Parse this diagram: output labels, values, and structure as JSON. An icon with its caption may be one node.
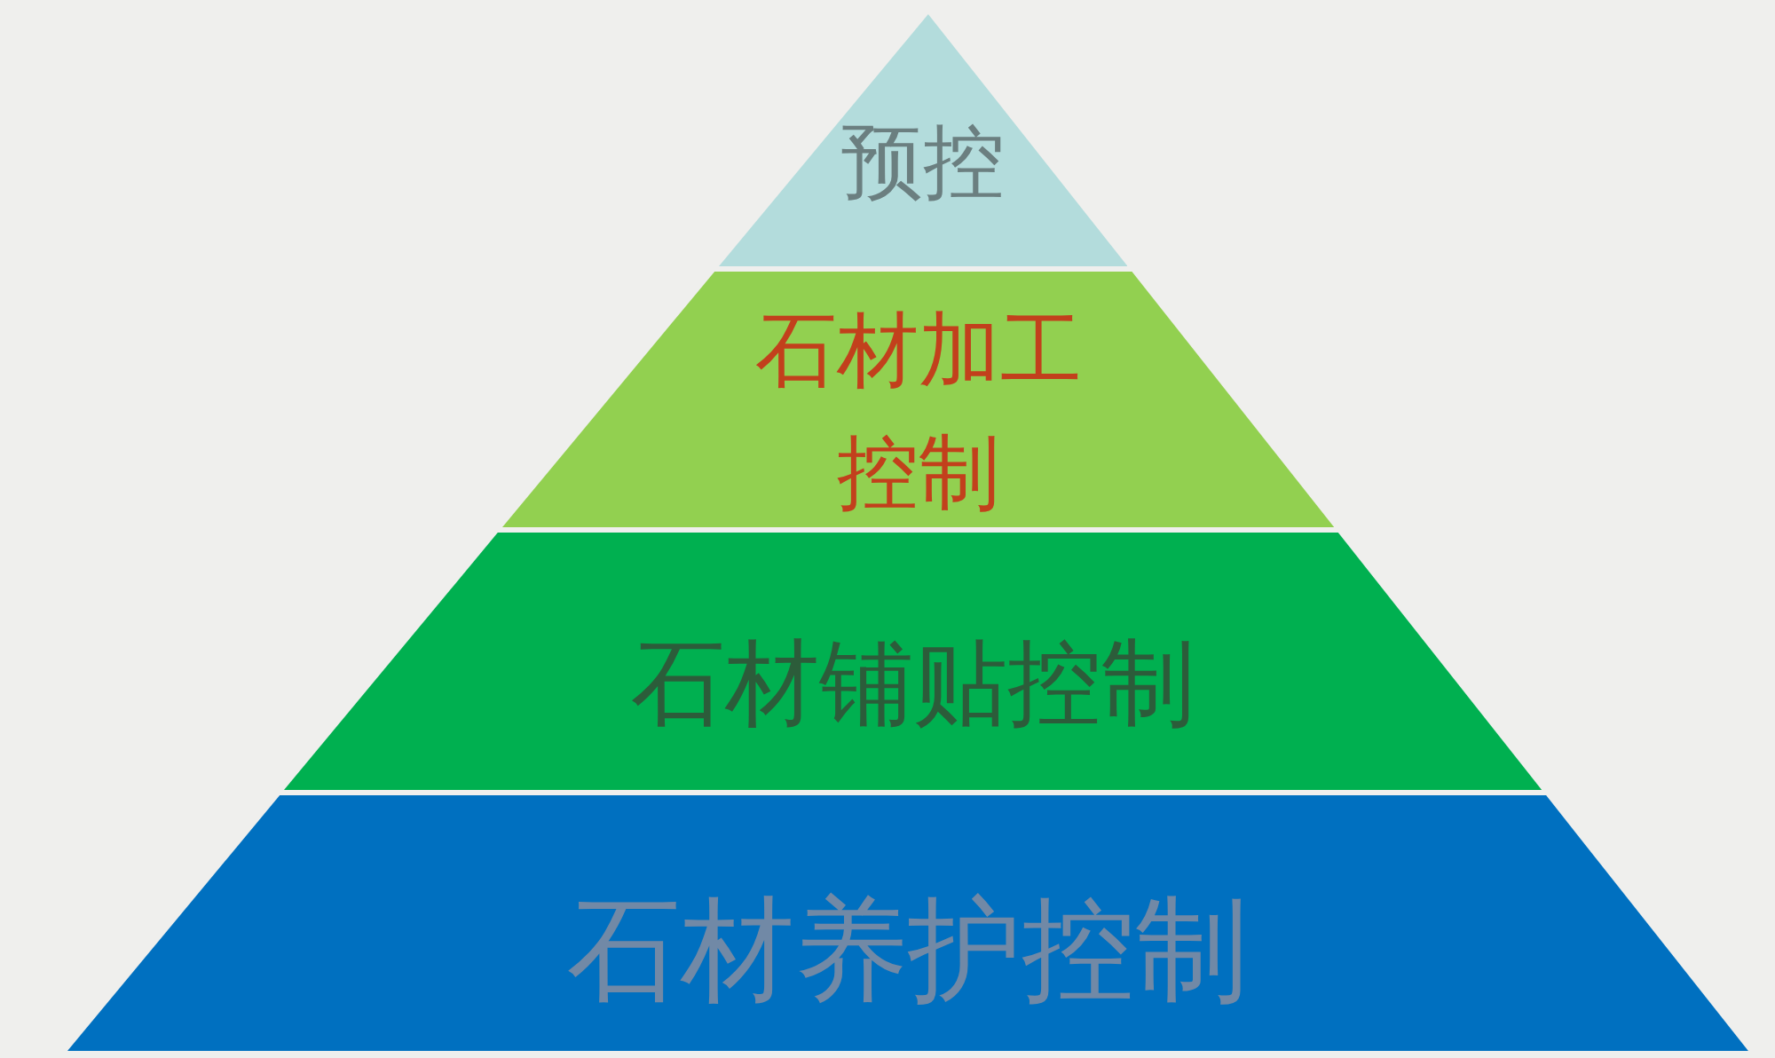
{
  "diagram": {
    "nodes": [
      {
        "text": [
          "预控"
        ]
      },
      {
        "text": [
          "石材加工控制"
        ]
      },
      {
        "text": [
          "石材铺贴控制"
        ]
      },
      {
        "text": [
          "石材养护控制"
        ]
      }
    ]
  }
}
